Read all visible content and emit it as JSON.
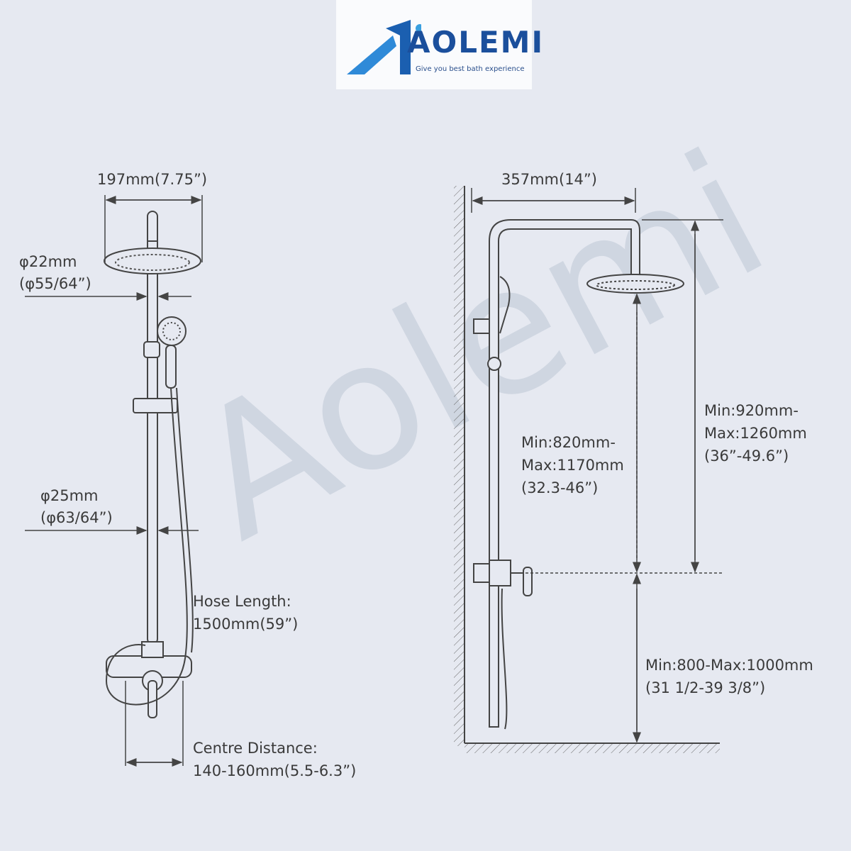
{
  "logo": {
    "brand": "AOLEMI",
    "tagline": "Give you best bath experience",
    "color": "#1b4f9c"
  },
  "watermark": "Aolemi",
  "front_view": {
    "head_width": "197mm(7.75”)",
    "pipe_top_diameter": [
      "φ22mm",
      "(φ55/64”)"
    ],
    "pipe_bottom_diameter": [
      "φ25mm",
      "(φ63/64”)"
    ],
    "hose_length": [
      "Hose Length:",
      "1500mm(59”)"
    ],
    "centre_distance": [
      "Centre Distance:",
      "140-160mm(5.5-6.3”)"
    ]
  },
  "side_view": {
    "arm_reach": "357mm(14”)",
    "slide_height": [
      "Min:820mm-",
      "Max:1170mm",
      "(32.3-46”)"
    ],
    "head_height": [
      "Min:920mm-",
      "Max:1260mm",
      "(36”-49.6”)"
    ],
    "mixer_height": [
      "Min:800-Max:1000mm",
      "(31 1/2-39 3/8”)"
    ]
  }
}
